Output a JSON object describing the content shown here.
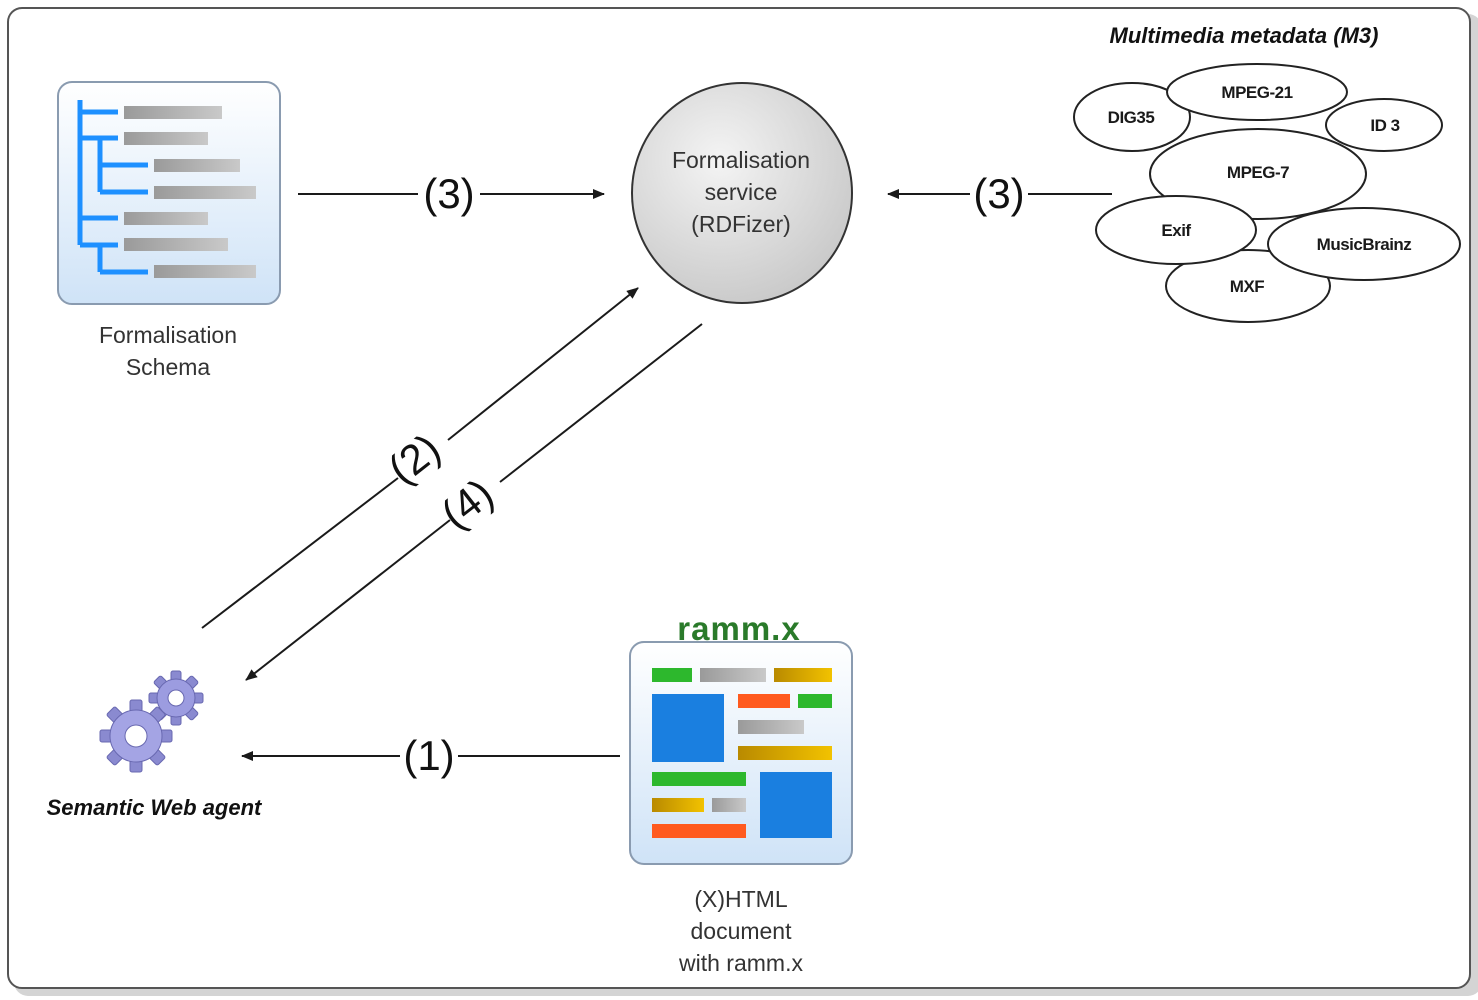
{
  "schema": {
    "line1": "Formalisation",
    "line2": "Schema"
  },
  "service": {
    "line1": "Formalisation",
    "line2": "service",
    "line3": "(RDFizer)"
  },
  "metadata": {
    "title": "Multimedia metadata (M3)",
    "formats": [
      "MPEG-21",
      "DIG35",
      "ID 3",
      "MPEG-7",
      "Exif",
      "MusicBrainz",
      "MXF"
    ]
  },
  "agent": {
    "label": "Semantic Web agent"
  },
  "document": {
    "brand": "ramm.x",
    "line1": "(X)HTML",
    "line2": "document",
    "line3": "with ramm.x"
  },
  "steps": {
    "schema_to_service": "(3)",
    "metadata_to_service": "(3)",
    "agent_to_service": "(2)",
    "service_to_agent": "(4)",
    "document_to_agent": "(1)"
  },
  "colors": {
    "tree_blue": "#1e90ff",
    "doc_green": "#2db82d",
    "doc_orange": "#ff5a1f",
    "doc_gold": "#d4a000",
    "doc_blue": "#1a7fe0",
    "gear_purple": "#9090d8",
    "circle_fill": "#dcdcdc"
  }
}
